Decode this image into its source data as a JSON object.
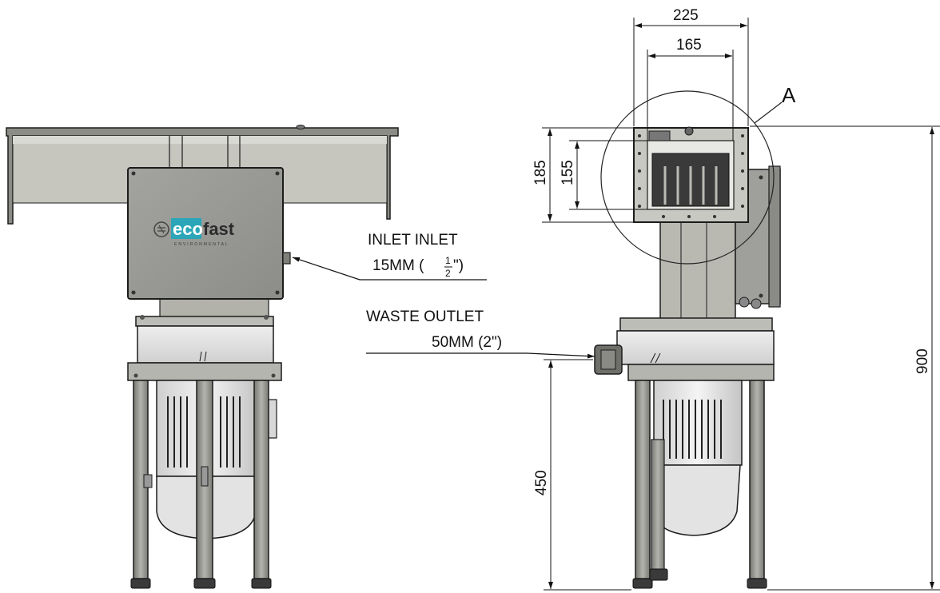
{
  "logo": {
    "brand_part1": "eco",
    "brand_part2": "fast",
    "tagline": "ENVIRONMENTAL",
    "accent_color": "#2aa6b8"
  },
  "callouts": {
    "inlet_line1": "INLET INLET",
    "inlet_line2_prefix": "15MM (",
    "inlet_fraction_num": "1",
    "inlet_fraction_den": "2",
    "inlet_line2_suffix": "\")",
    "waste_line1": "WASTE OUTLET",
    "waste_line2": "50MM (2\")"
  },
  "dimensions": {
    "top_width_outer": "225",
    "top_width_inner": "165",
    "hopper_height_outer": "185",
    "hopper_height_inner": "155",
    "outlet_height": "450",
    "overall_height": "900",
    "detail_label": "A"
  },
  "colors": {
    "steel_light": "#d6d6d0",
    "steel_mid": "#b9b9b2",
    "steel_dark": "#8e8e88",
    "box_gray": "#9a9b97",
    "motor_white": "#e8e8e8",
    "outline": "#1c1c1c"
  }
}
